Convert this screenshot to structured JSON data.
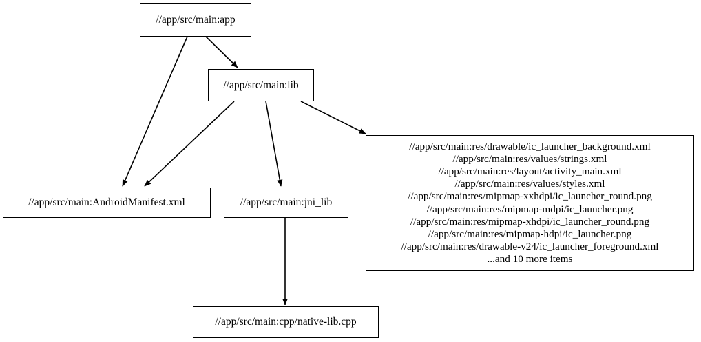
{
  "graph": {
    "type": "directed-dependency-graph",
    "background_color": "#ffffff",
    "node_border_color": "#000000",
    "node_fill_color": "#ffffff",
    "edge_color": "#000000",
    "text_color": "#000000"
  },
  "nodes": {
    "app": {
      "id": "app",
      "label": "//app/src/main:app"
    },
    "lib": {
      "id": "lib",
      "label": "//app/src/main:lib"
    },
    "manifest": {
      "id": "manifest",
      "label": "//app/src/main:AndroidManifest.xml"
    },
    "jni_lib": {
      "id": "jni_lib",
      "label": "//app/src/main:jni_lib"
    },
    "native_lib_cpp": {
      "id": "native_lib_cpp",
      "label": "//app/src/main:cpp/native-lib.cpp"
    },
    "res_group": {
      "id": "res_group",
      "lines": [
        "//app/src/main:res/drawable/ic_launcher_background.xml",
        "//app/src/main:res/values/strings.xml",
        "//app/src/main:res/layout/activity_main.xml",
        "//app/src/main:res/values/styles.xml",
        "//app/src/main:res/mipmap-xxhdpi/ic_launcher_round.png",
        "//app/src/main:res/mipmap-mdpi/ic_launcher.png",
        "//app/src/main:res/mipmap-xhdpi/ic_launcher_round.png",
        "//app/src/main:res/mipmap-hdpi/ic_launcher.png",
        "//app/src/main:res/drawable-v24/ic_launcher_foreground.xml",
        "...and 10 more items"
      ],
      "label": "//app/src/main:res/drawable/ic_launcher_background.xml\n//app/src/main:res/values/strings.xml\n//app/src/main:res/layout/activity_main.xml\n//app/src/main:res/values/styles.xml\n//app/src/main:res/mipmap-xxhdpi/ic_launcher_round.png\n//app/src/main:res/mipmap-mdpi/ic_launcher.png\n//app/src/main:res/mipmap-xhdpi/ic_launcher_round.png\n//app/src/main:res/mipmap-hdpi/ic_launcher.png\n//app/src/main:res/drawable-v24/ic_launcher_foreground.xml\n...and 10 more items",
      "overflow_note": "...and 10 more items",
      "item_count_hidden": 10
    }
  },
  "edges": [
    {
      "from": "app",
      "to": "lib"
    },
    {
      "from": "app",
      "to": "manifest"
    },
    {
      "from": "lib",
      "to": "manifest"
    },
    {
      "from": "lib",
      "to": "jni_lib"
    },
    {
      "from": "lib",
      "to": "res_group"
    },
    {
      "from": "jni_lib",
      "to": "native_lib_cpp"
    }
  ]
}
